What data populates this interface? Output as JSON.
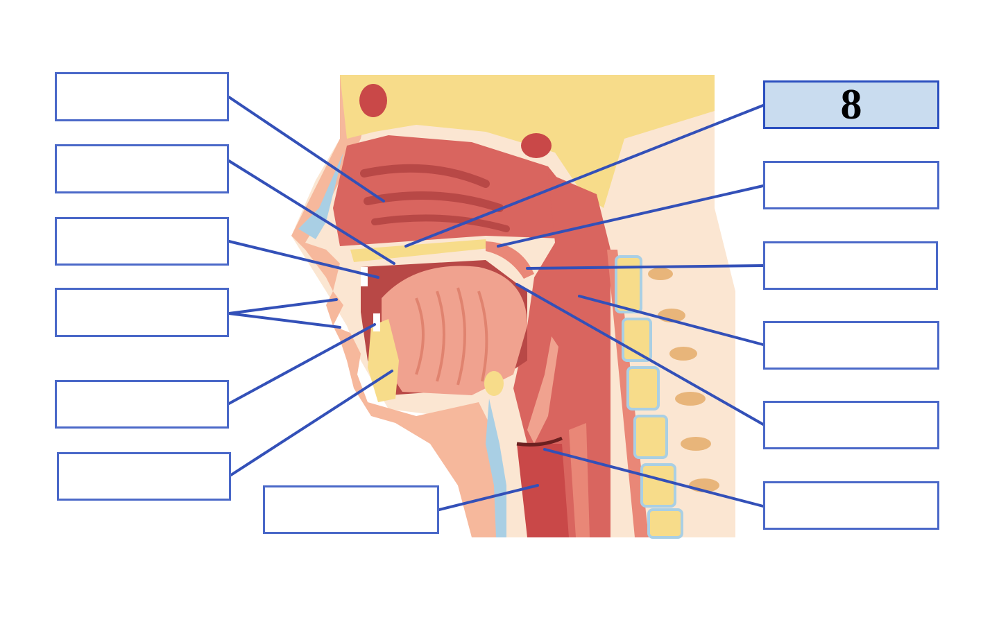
{
  "diagram": {
    "highlighted_label": "8",
    "colors": {
      "leader_line": "#3350b8",
      "box_border": "#4a68c8",
      "highlight_fill": "#c9dcef",
      "tissue": "#d9655f",
      "tissue_light": "#f0a28f",
      "bone": "#f7dc8a",
      "skin": "#f6b89c",
      "background_panel": "#fbe6d2",
      "cartilage": "#a9cfe4"
    },
    "labels": [
      {
        "id": "left-1",
        "text": ""
      },
      {
        "id": "left-2",
        "text": ""
      },
      {
        "id": "left-3",
        "text": ""
      },
      {
        "id": "left-4",
        "text": ""
      },
      {
        "id": "left-5",
        "text": ""
      },
      {
        "id": "left-6",
        "text": ""
      },
      {
        "id": "bottom",
        "text": ""
      },
      {
        "id": "right-1",
        "text": "8"
      },
      {
        "id": "right-2",
        "text": ""
      },
      {
        "id": "right-3",
        "text": ""
      },
      {
        "id": "right-4",
        "text": ""
      },
      {
        "id": "right-5",
        "text": ""
      },
      {
        "id": "right-6",
        "text": ""
      }
    ]
  }
}
